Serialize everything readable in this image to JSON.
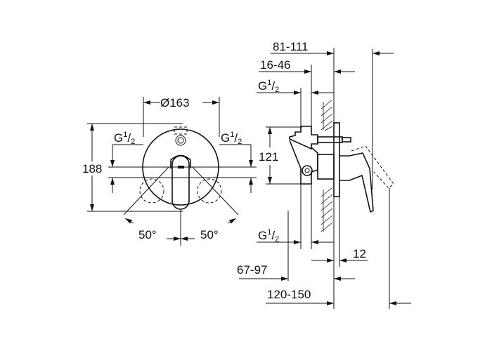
{
  "front_view": {
    "diameter": "Ø163",
    "height": "188",
    "thread_left": {
      "g": "G",
      "num": "1",
      "den": "2"
    },
    "thread_right": {
      "g": "G",
      "num": "1",
      "den": "2"
    },
    "angle_left": "50°",
    "angle_right": "50°"
  },
  "side_view": {
    "dim_depth_total": "81-111",
    "dim_depth_wall": "16-46",
    "thread_top": {
      "g": "G",
      "num": "1",
      "den": "2"
    },
    "dim_height": "121",
    "thread_bottom": {
      "g": "G",
      "num": "1",
      "den": "2"
    },
    "dim_plate": "12",
    "dim_body": "67-97",
    "dim_overall": "120-150"
  }
}
